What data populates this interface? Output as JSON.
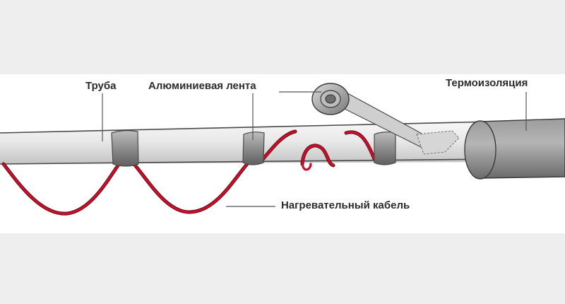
{
  "labels": {
    "pipe": "Труба",
    "aluminum_tape": "Алюминиевая лента",
    "insulation": "Термоизоляция",
    "heating_cable": "Нагревательный кабель"
  },
  "colors": {
    "background": "#eeeeee",
    "frame": "#ffffff",
    "pipe_fill": "#e6e6e6",
    "outline": "#4a4a4a",
    "cable": "#c8102e",
    "tape": "#9a9a9a",
    "insulation": "#8c8c8c"
  }
}
